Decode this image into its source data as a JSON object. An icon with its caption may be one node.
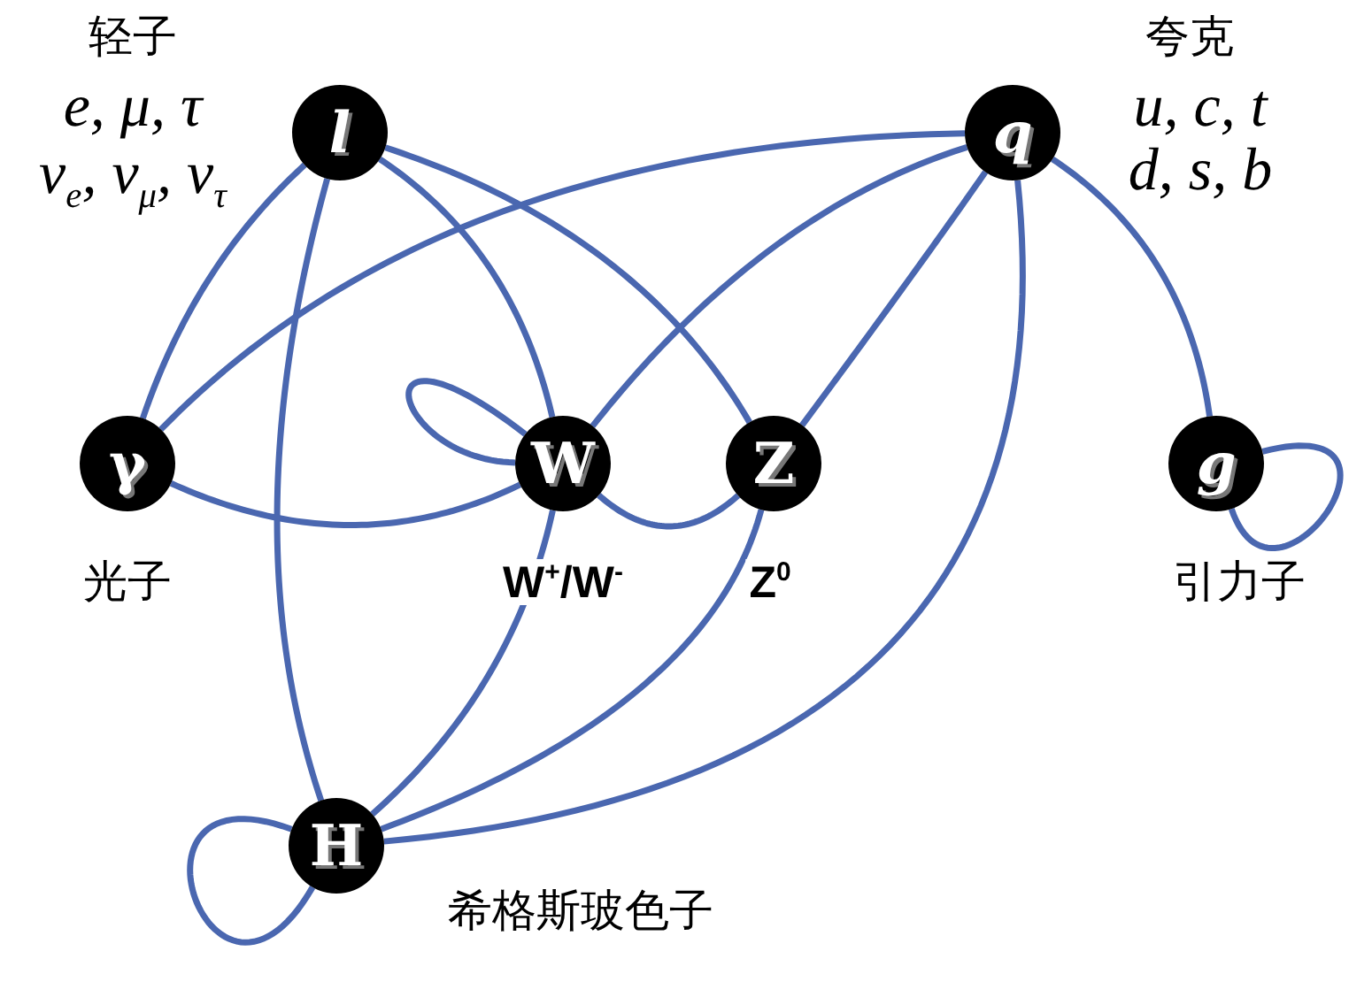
{
  "diagram": {
    "nodes": [
      {
        "text": [
          "l"
        ],
        "beside": [
          "轻子",
          "e, μ, τ",
          "ν$_{e}$, ν$_{μ}$, ν$_{τ}$"
        ]
      },
      {
        "text": [
          "q"
        ],
        "beside": [
          "夸克",
          "u, c, t",
          "d, s, b"
        ]
      },
      {
        "text": [
          "γ"
        ],
        "beside": [
          "光子"
        ]
      },
      {
        "text": [
          "W"
        ],
        "beside": [
          "W$^{+}$/W$^{-}$"
        ]
      },
      {
        "text": [
          "Z"
        ],
        "beside": [
          "Z$^{0}$"
        ]
      },
      {
        "text": [
          "g"
        ],
        "beside": [
          "引力子"
        ]
      },
      {
        "text": [
          "H"
        ],
        "beside": [
          "希格斯玻色子"
        ]
      }
    ],
    "edges": [
      {
        "from": 0,
        "to": 2,
        "arrow": "none"
      },
      {
        "from": 0,
        "to": 3,
        "arrow": "none"
      },
      {
        "from": 0,
        "to": 4,
        "arrow": "none"
      },
      {
        "from": 0,
        "to": 6,
        "arrow": "none"
      },
      {
        "from": 1,
        "to": 2,
        "arrow": "none"
      },
      {
        "from": 1,
        "to": 3,
        "arrow": "none"
      },
      {
        "from": 1,
        "to": 4,
        "arrow": "none"
      },
      {
        "from": 1,
        "to": 5,
        "arrow": "none"
      },
      {
        "from": 1,
        "to": 6,
        "arrow": "none"
      },
      {
        "from": 2,
        "to": 3,
        "arrow": "none"
      },
      {
        "from": 3,
        "to": 3,
        "arrow": "none"
      },
      {
        "from": 3,
        "to": 4,
        "arrow": "none"
      },
      {
        "from": 3,
        "to": 6,
        "arrow": "none"
      },
      {
        "from": 4,
        "to": 6,
        "arrow": "none"
      },
      {
        "from": 6,
        "to": 6,
        "arrow": "none"
      },
      {
        "from": 5,
        "to": 5,
        "arrow": "none"
      }
    ]
  }
}
